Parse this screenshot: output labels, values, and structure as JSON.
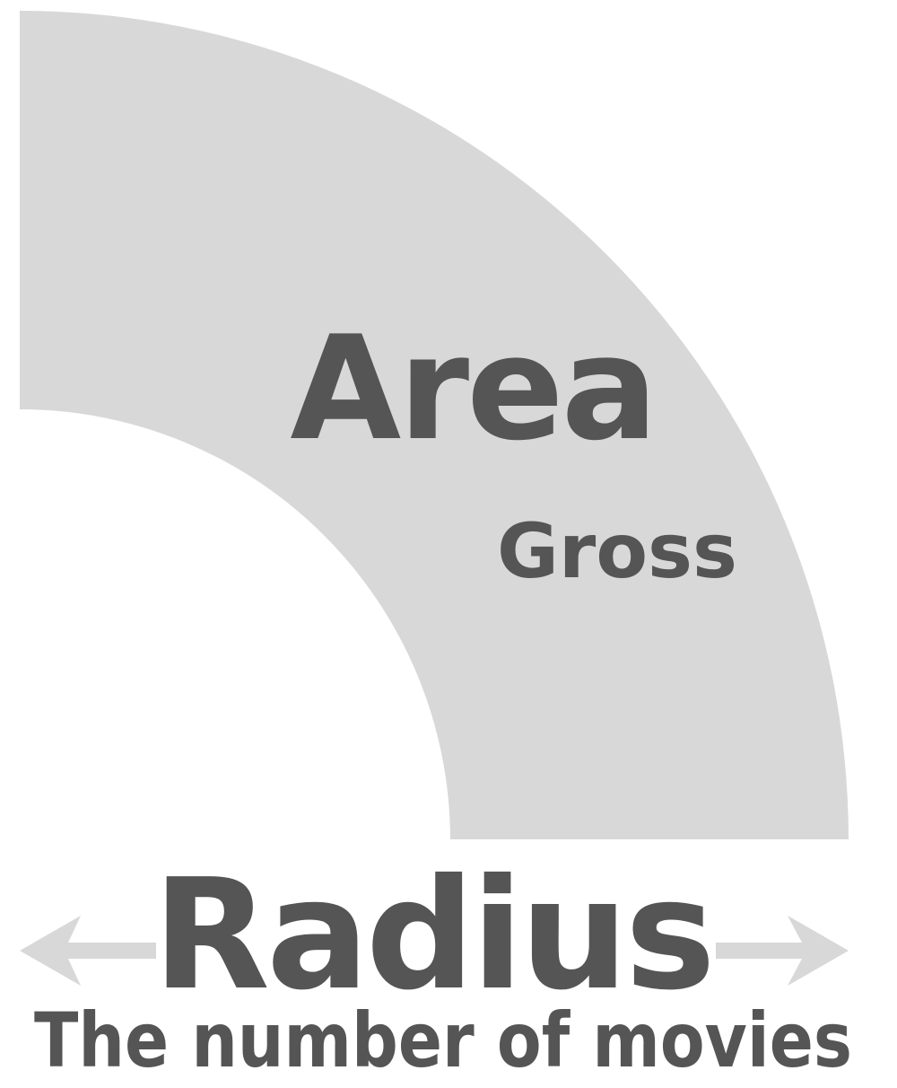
{
  "labels": {
    "area": "Area",
    "area_sub": "Gross",
    "radius": "Radius",
    "radius_sub": "The number of movies"
  },
  "colors": {
    "shape_fill": "#d8d8d8",
    "text": "#555555",
    "arrow": "#d8d8d8",
    "background": "#ffffff"
  }
}
